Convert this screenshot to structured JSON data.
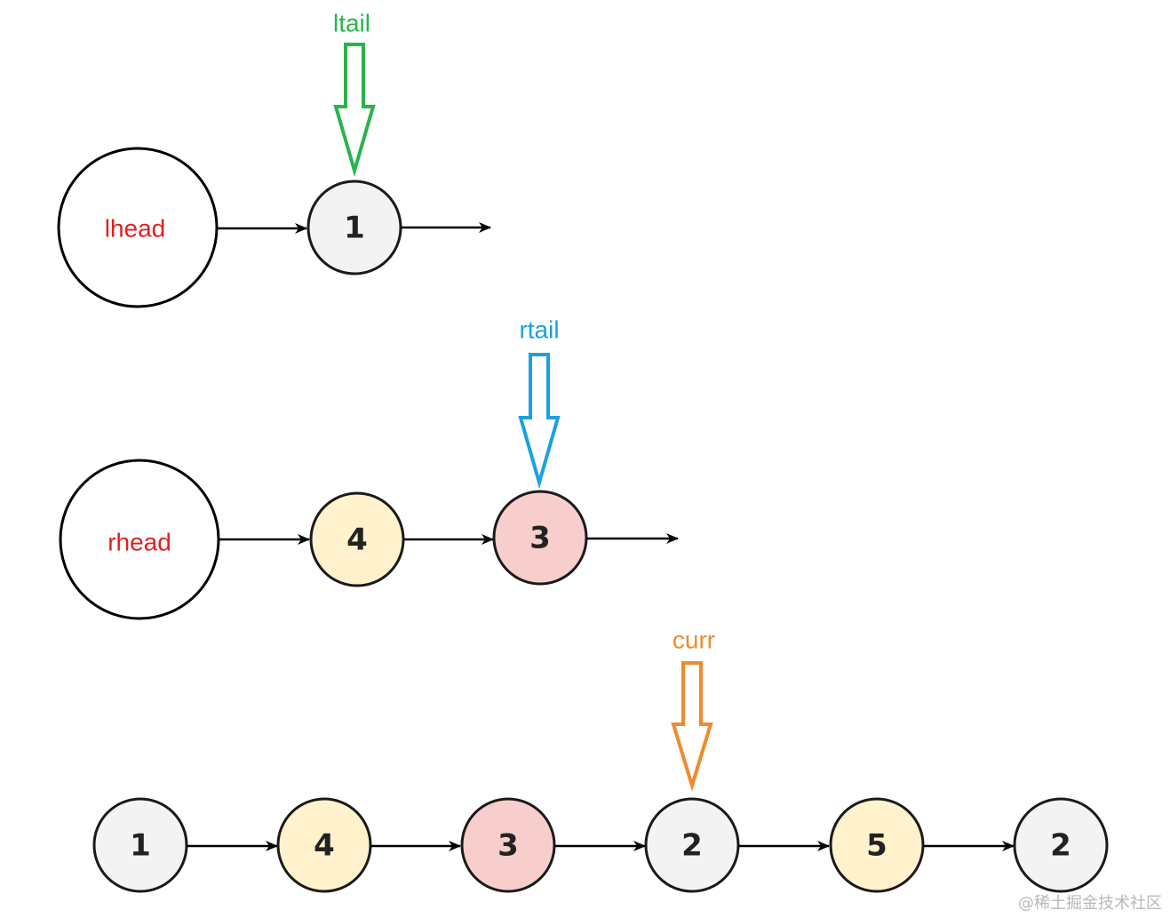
{
  "colors": {
    "node_gray": "#f3f3f3",
    "node_yellow": "#fff2cc",
    "node_red": "#f8cecc",
    "ltail": "#2ab34a",
    "rtail": "#1ba1e2",
    "curr": "#f08a2e",
    "dummy_text": "#e02020"
  },
  "lists": {
    "left": {
      "head_label": "lhead",
      "nodes": [
        {
          "value": "1",
          "color": "gray"
        }
      ]
    },
    "right": {
      "head_label": "rhead",
      "nodes": [
        {
          "value": "4",
          "color": "yellow"
        },
        {
          "value": "3",
          "color": "red"
        }
      ]
    },
    "original": {
      "nodes": [
        {
          "value": "1",
          "color": "gray"
        },
        {
          "value": "4",
          "color": "yellow"
        },
        {
          "value": "3",
          "color": "red"
        },
        {
          "value": "2",
          "color": "gray"
        },
        {
          "value": "5",
          "color": "yellow"
        },
        {
          "value": "2",
          "color": "gray"
        }
      ]
    }
  },
  "pointers": {
    "ltail": {
      "label": "ltail",
      "color": "#2ab34a"
    },
    "rtail": {
      "label": "rtail",
      "color": "#1ba1e2"
    },
    "curr": {
      "label": "curr",
      "color": "#f08a2e"
    }
  },
  "watermark": "@稀土掘金技术社区"
}
